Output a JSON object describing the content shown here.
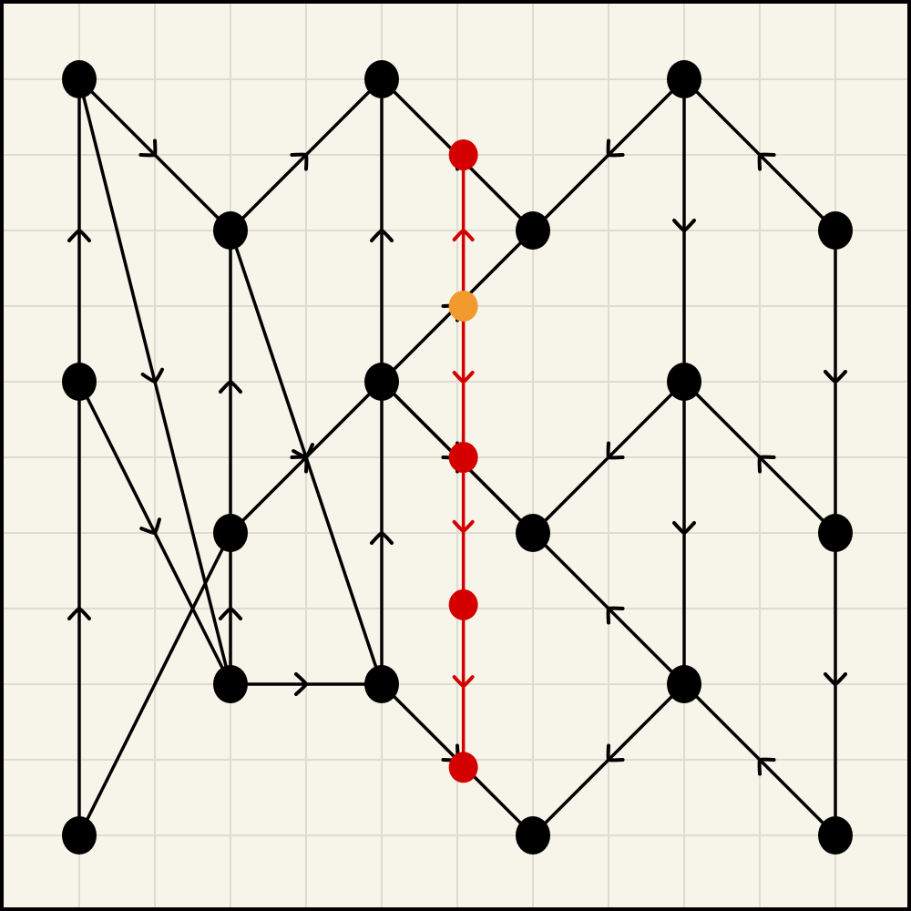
{
  "diagram": {
    "colors": {
      "background": "#f7f5e9",
      "grid": "#dcdcd0",
      "border": "#000000",
      "edge": "#000000",
      "node": "#000000",
      "highlight": "#d40000",
      "special": "#f29a2e"
    },
    "nodes": [
      {
        "id": "n1",
        "x": 1,
        "y": 11,
        "type": "normal"
      },
      {
        "id": "n2",
        "x": 1,
        "y": 5,
        "type": "normal"
      },
      {
        "id": "n3",
        "x": 1,
        "y": 1,
        "type": "normal"
      },
      {
        "id": "n4",
        "x": 3,
        "y": 9,
        "type": "normal"
      },
      {
        "id": "n5",
        "x": 3,
        "y": 7,
        "type": "normal"
      },
      {
        "id": "n6",
        "x": 3,
        "y": 3,
        "type": "normal"
      },
      {
        "id": "n7",
        "x": 5,
        "y": 9,
        "type": "normal"
      },
      {
        "id": "n8",
        "x": 5,
        "y": 5,
        "type": "normal"
      },
      {
        "id": "n9",
        "x": 5,
        "y": 1,
        "type": "normal"
      },
      {
        "id": "n10",
        "x": 7,
        "y": 11,
        "type": "normal"
      },
      {
        "id": "n11",
        "x": 7,
        "y": 7,
        "type": "normal"
      },
      {
        "id": "n12",
        "x": 7,
        "y": 3,
        "type": "normal"
      },
      {
        "id": "n13",
        "x": 9,
        "y": 9,
        "type": "normal"
      },
      {
        "id": "n14",
        "x": 9,
        "y": 5,
        "type": "normal"
      },
      {
        "id": "n15",
        "x": 9,
        "y": 1,
        "type": "normal"
      },
      {
        "id": "n16",
        "x": 11,
        "y": 11,
        "type": "normal"
      },
      {
        "id": "n17",
        "x": 11,
        "y": 7,
        "type": "normal"
      },
      {
        "id": "n18",
        "x": 11,
        "y": 3,
        "type": "normal"
      },
      {
        "id": "r1",
        "x": 6.08,
        "y": 10.1,
        "type": "highlight"
      },
      {
        "id": "r2",
        "x": 6.08,
        "y": 7.95,
        "type": "highlight"
      },
      {
        "id": "r3",
        "x": 6.08,
        "y": 6,
        "type": "highlight"
      },
      {
        "id": "o1",
        "x": 6.08,
        "y": 4,
        "type": "special"
      },
      {
        "id": "r4",
        "x": 6.08,
        "y": 2,
        "type": "highlight"
      }
    ],
    "edges": [
      {
        "from": "n1",
        "to": "n2",
        "arrow": "forward"
      },
      {
        "from": "n2",
        "to": "n3",
        "arrow": "forward"
      },
      {
        "from": "n3",
        "to": "n4",
        "arrow": "forward"
      },
      {
        "from": "n4",
        "to": "n5",
        "arrow": "forward"
      },
      {
        "from": "n5",
        "to": "n6",
        "arrow": "forward"
      },
      {
        "from": "n6",
        "to": "n7",
        "arrow": "forward"
      },
      {
        "from": "n7",
        "to": "n8",
        "arrow": "forward"
      },
      {
        "from": "n8",
        "to": "n9",
        "arrow": "forward"
      },
      {
        "from": "n2",
        "to": "n4",
        "arrow": "forward"
      },
      {
        "from": "n4",
        "to": "n7",
        "arrow": "forward"
      },
      {
        "from": "n7",
        "to": "n10",
        "arrow": "forward"
      },
      {
        "from": "n5",
        "to": "n1",
        "arrow": "none"
      },
      {
        "from": "n5",
        "to": "n8",
        "arrow": "forward"
      },
      {
        "from": "n8",
        "to": "n11",
        "arrow": "forward"
      },
      {
        "from": "n8",
        "to": "n12",
        "arrow": "forward"
      },
      {
        "from": "n6",
        "to": "n9",
        "arrow": "forward"
      },
      {
        "from": "n3",
        "to": "n6",
        "arrow": "forward"
      },
      {
        "from": "n13",
        "to": "n10",
        "arrow": "forward"
      },
      {
        "from": "n14",
        "to": "n11",
        "arrow": "forward"
      },
      {
        "from": "n15",
        "to": "n12",
        "arrow": "forward"
      },
      {
        "from": "n16",
        "to": "n13",
        "arrow": "forward"
      },
      {
        "from": "n13",
        "to": "n11",
        "arrow": "forward"
      },
      {
        "from": "n11",
        "to": "n8",
        "arrow": "forward"
      },
      {
        "from": "n17",
        "to": "n14",
        "arrow": "forward"
      },
      {
        "from": "n14",
        "to": "n13",
        "arrow": "forward"
      },
      {
        "from": "n18",
        "to": "n15",
        "arrow": "forward"
      },
      {
        "from": "n15",
        "to": "n14",
        "arrow": "forward"
      },
      {
        "from": "n18",
        "to": "n17",
        "arrow": "forward"
      },
      {
        "from": "n17",
        "to": "n16",
        "arrow": "forward"
      },
      {
        "from": "n12",
        "to": "n9",
        "arrow": "forward"
      }
    ],
    "red_path": {
      "points": [
        "r1",
        "r2",
        "r3",
        "o1",
        "r4"
      ],
      "arrows": [
        {
          "from": "r1",
          "to": "r2",
          "direction": "down"
        },
        {
          "from": "r2",
          "to": "r3",
          "direction": "down"
        },
        {
          "from": "r3",
          "to": "o1",
          "direction": "down"
        },
        {
          "from": "o1",
          "to": "r4",
          "direction": "up"
        }
      ]
    }
  }
}
